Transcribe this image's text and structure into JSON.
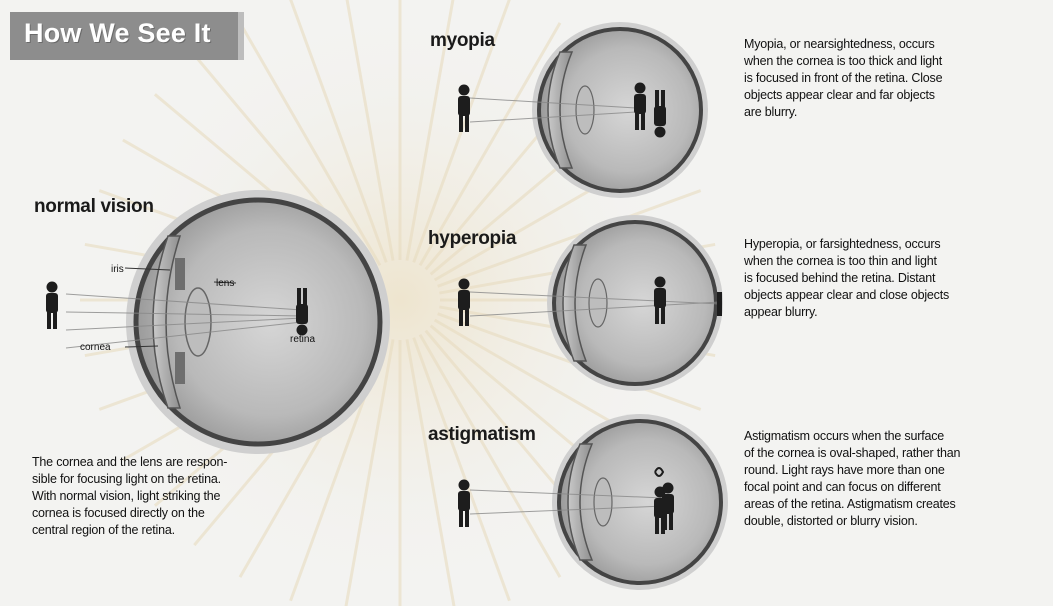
{
  "title": "How We See It",
  "normal": {
    "heading": "normal vision",
    "labels": {
      "iris": "iris",
      "lens": "lens",
      "cornea": "cornea",
      "retina": "retina"
    },
    "description": [
      "The cornea and the lens are respon-",
      "sible for focusing light on the retina.",
      "With normal vision, light striking the",
      "cornea is focused directly on the",
      "central region of the retina."
    ]
  },
  "myopia": {
    "heading": "myopia",
    "description": [
      "Myopia, or nearsightedness, occurs",
      "when the cornea is too thick and light",
      "is focused in front of the retina. Close",
      "objects appear clear and far objects",
      "are blurry."
    ]
  },
  "hyperopia": {
    "heading": "hyperopia",
    "description": [
      "Hyperopia, or farsightedness, occurs",
      "when the cornea is too thin and light",
      "is focused behind the retina. Distant",
      "objects appear clear and close objects",
      "appear blurry."
    ]
  },
  "astigmatism": {
    "heading": "astigmatism",
    "description": [
      "Astigmatism occurs when the surface",
      "of the cornea is oval-shaped, rather than",
      "round. Light rays have more than one",
      "focal point and can focus on different",
      "areas of the retina. Astigmatism creates",
      "double, distorted or blurry vision."
    ]
  }
}
